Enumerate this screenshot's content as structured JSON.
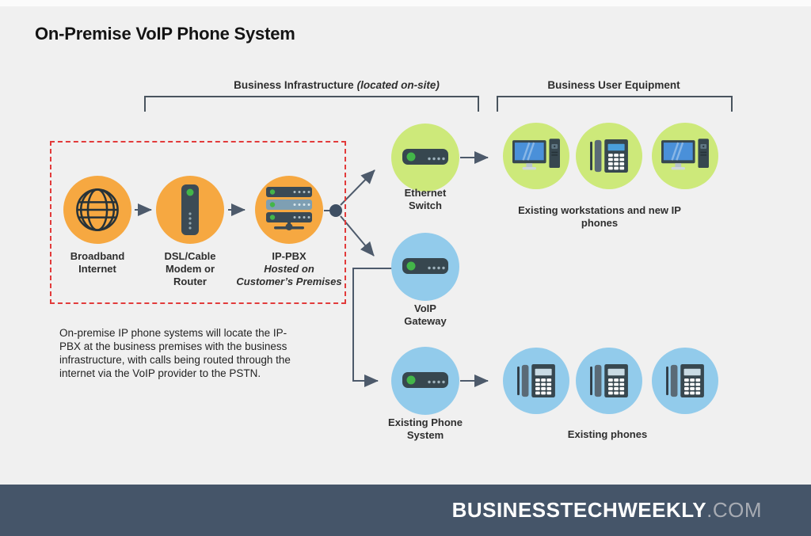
{
  "title": "On-Premise VoIP Phone System",
  "groups": {
    "infrastructure": {
      "label": "Business Infrastructure",
      "note": "(located on-site)"
    },
    "user_equipment": {
      "label": "Business User Equipment"
    }
  },
  "nodes": {
    "broadband": {
      "lines": [
        "Broadband",
        "Internet"
      ],
      "icon": "globe-icon"
    },
    "modem": {
      "lines": [
        "DSL/Cable",
        "Modem or",
        "Router"
      ],
      "icon": "modem-icon"
    },
    "ippbx": {
      "title": "IP-PBX",
      "sub": [
        "Hosted on",
        "Customer’s Premises"
      ],
      "icon": "server-stack-icon"
    },
    "ethernet_switch": {
      "lines": [
        "Ethernet",
        "Switch"
      ],
      "icon": "network-switch-icon"
    },
    "voip_gateway": {
      "lines": [
        "VoIP",
        "Gateway"
      ],
      "icon": "network-switch-icon"
    },
    "existing_phone_system": {
      "lines": [
        "Existing Phone",
        "System"
      ],
      "icon": "network-switch-icon"
    },
    "workstations": {
      "label": "Existing workstations and new IP phones",
      "icons": [
        "workstation-icon",
        "ip-phone-icon",
        "workstation-icon"
      ]
    },
    "existing_phones": {
      "label": "Existing phones",
      "icons": [
        "desk-phone-icon",
        "desk-phone-icon",
        "desk-phone-icon"
      ]
    }
  },
  "description": "On-premise IP phone systems will locate the IP-PBX at the business premises with the business infrastructure, with calls being routed through the internet via the VoIP provider to the PSTN.",
  "footer": {
    "brand": "BUSINESSTECHWEEKLY",
    "domain": ".COM"
  },
  "colors": {
    "background": "#f0f0f0",
    "accent_orange": "#f6a841",
    "accent_green": "#cde97a",
    "accent_blue": "#92cbeb",
    "device_slate": "#37474f",
    "connector": "#4d5a6b",
    "boundary_red": "#e23b3b",
    "footer_background": "#455569",
    "status_green": "#43b649"
  }
}
